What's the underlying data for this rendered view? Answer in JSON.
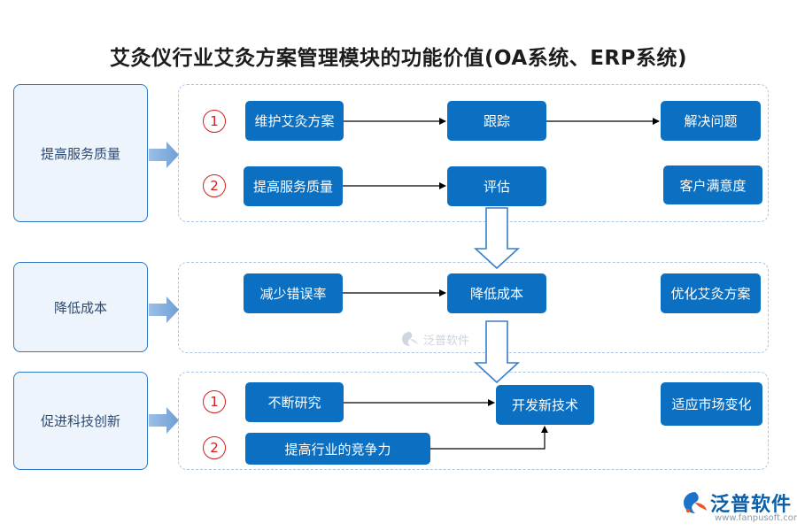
{
  "title": "艾灸仪行业艾灸方案管理模块的功能价值(OA系统、ERP系统)",
  "categories": [
    "提高服务质量",
    "降低成本",
    "促进科技创新"
  ],
  "section1": {
    "row1_num": "1",
    "row2_num": "2",
    "maintain": "维护艾灸方案",
    "track": "跟踪",
    "solve": "解决问题",
    "improve_service": "提高服务质量",
    "evaluate": "评估",
    "satisfaction": "客户满意度"
  },
  "section2": {
    "reduce_errors": "减少错误率",
    "reduce_cost": "降低成本",
    "optimize": "优化艾灸方案"
  },
  "section3": {
    "row1_num": "1",
    "row2_num": "2",
    "research": "不断研究",
    "develop": "开发新技术",
    "adapt": "适应市场变化",
    "competitiveness": "提高行业的竞争力"
  },
  "watermark": {
    "mid_text": "泛普软件",
    "brand_text": "泛普软件",
    "brand_url": "www.fanpusoft.com"
  },
  "colors": {
    "box": "#0b6fc2",
    "category_border": "#2e78c6",
    "category_fill": "#eef4fb",
    "panel_border": "#a9c6e6",
    "number_red": "#d21f1f"
  }
}
